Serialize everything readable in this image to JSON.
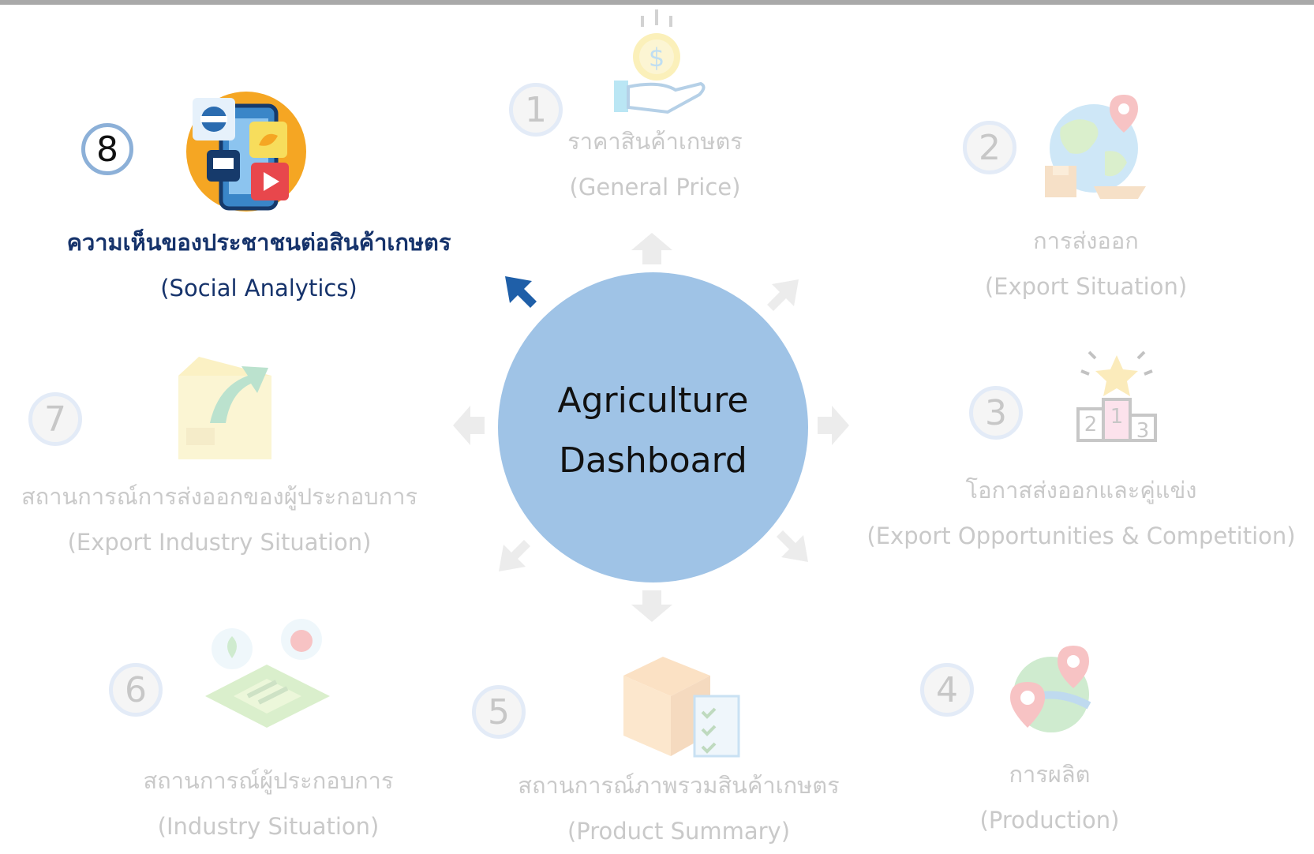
{
  "center": {
    "line1": "Agriculture",
    "line2": "Dashboard"
  },
  "modules": [
    {
      "number": "1",
      "title_th": "ราคาสินค้าเกษตร",
      "title_en": "(General Price)",
      "icon": "money-hand-icon",
      "active": false
    },
    {
      "number": "2",
      "title_th": "การส่งออก",
      "title_en": "(Export Situation)",
      "icon": "globe-export-icon",
      "active": false
    },
    {
      "number": "3",
      "title_th": "โอกาสส่งออกและคู่แข่ง",
      "title_en": "(Export Opportunities & Competition)",
      "icon": "podium-star-icon",
      "active": false
    },
    {
      "number": "4",
      "title_th": "การผลิต",
      "title_en": "(Production)",
      "icon": "map-pin-icon",
      "active": false
    },
    {
      "number": "5",
      "title_th": "สถานการณ์ภาพรวมสินค้าเกษตร",
      "title_en": "(Product Summary)",
      "icon": "box-checklist-icon",
      "active": false
    },
    {
      "number": "6",
      "title_th": "สถานการณ์ผู้ประกอบการ",
      "title_en": "(Industry Situation)",
      "icon": "farm-land-icon",
      "active": false
    },
    {
      "number": "7",
      "title_th": "สถานการณ์การส่งออกของผู้ประกอบการ",
      "title_en": "(Export Industry Situation)",
      "icon": "box-arrow-icon",
      "active": false
    },
    {
      "number": "8",
      "title_th": "ความเห็นของประชาชนต่อสินค้าเกษตร",
      "title_en": "(Social Analytics)",
      "icon": "social-phone-icon",
      "active": true
    }
  ],
  "colors": {
    "center_fill": "#9fc3e6",
    "active_text": "#16336b",
    "active_arrow": "#1f5fa8",
    "inactive_text": "#c9c9c9",
    "inactive_arrow": "#e6e6e6"
  }
}
